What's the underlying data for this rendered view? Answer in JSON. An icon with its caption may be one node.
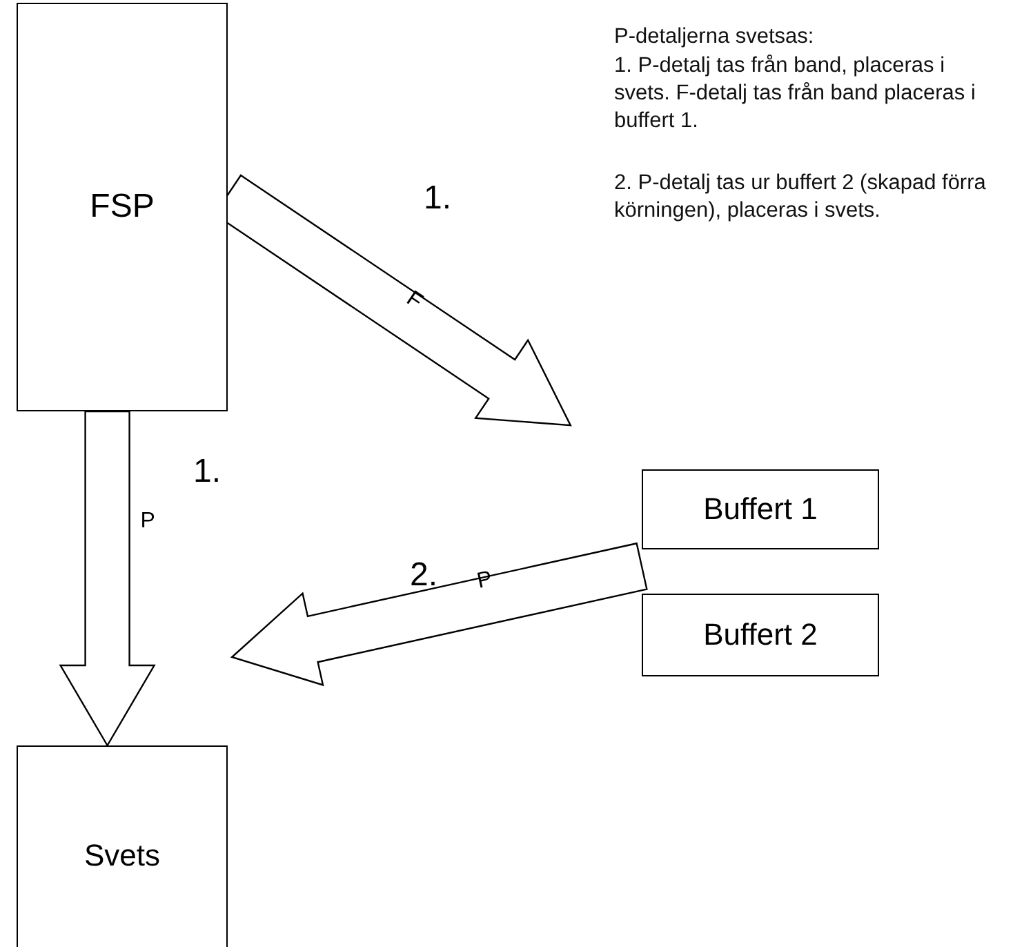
{
  "diagram": {
    "nodes": [
      {
        "text": [
          "FSP"
        ]
      },
      {
        "text": [
          "Svets"
        ]
      },
      {
        "text": [
          "Buffert 1"
        ]
      },
      {
        "text": [
          "Buffert 2"
        ]
      }
    ],
    "edges": [
      {
        "from": 0,
        "to": 1,
        "arrow": "to",
        "label": "P"
      },
      {
        "from": 0,
        "to": 2,
        "arrow": "to",
        "label": "F"
      },
      {
        "from": 3,
        "to": 1,
        "arrow": "to",
        "label": "P"
      }
    ],
    "labels": [
      "P-detaljerna svetsas:",
      "1. P-detalj tas från band, placeras i svets. F-detalj tas från band placeras i buffert 1.",
      "2. P-detalj tas ur buffert 2 (skapad förra körningen), placeras i svets.",
      "1.",
      "1.",
      "2."
    ]
  }
}
